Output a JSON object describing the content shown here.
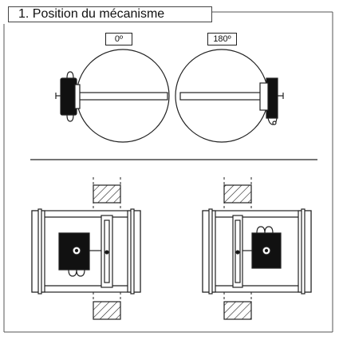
{
  "header": {
    "title": "1. Position du mécanisme"
  },
  "positions": [
    {
      "label": "0º"
    },
    {
      "label": "180º"
    }
  ],
  "colors": {
    "line": "#222222",
    "fill": "#111111",
    "paper": "#ffffff"
  }
}
